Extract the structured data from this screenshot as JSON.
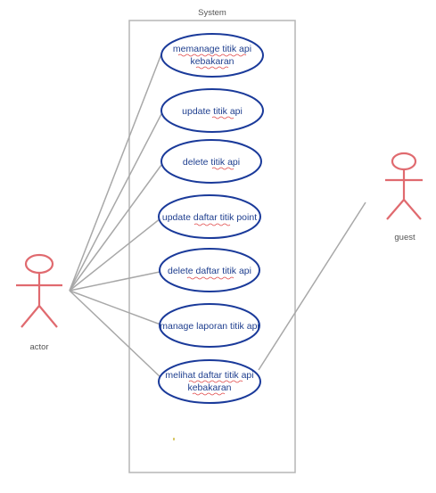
{
  "system": {
    "title": "System"
  },
  "actors": {
    "actor": {
      "label": "actor"
    },
    "guest": {
      "label": "guest"
    }
  },
  "use_cases": {
    "uc1": {
      "line1": "memanage titik api",
      "line2": "kebakaran"
    },
    "uc2": {
      "line1": "update titik api"
    },
    "uc3": {
      "line1": "delete titik api"
    },
    "uc4": {
      "line1": "update daftar titik point"
    },
    "uc5": {
      "line1": "delete daftar titik api"
    },
    "uc6": {
      "line1": "manage laporan titik api"
    },
    "uc7": {
      "line1": "melihat daftar titik api",
      "line2": "kebakaran"
    }
  },
  "colors": {
    "actor_stroke": "#e06a6f",
    "ellipse_stroke": "#1a3a9a",
    "line_stroke": "#a8a8a8",
    "system_border": "#b5b5b5"
  }
}
